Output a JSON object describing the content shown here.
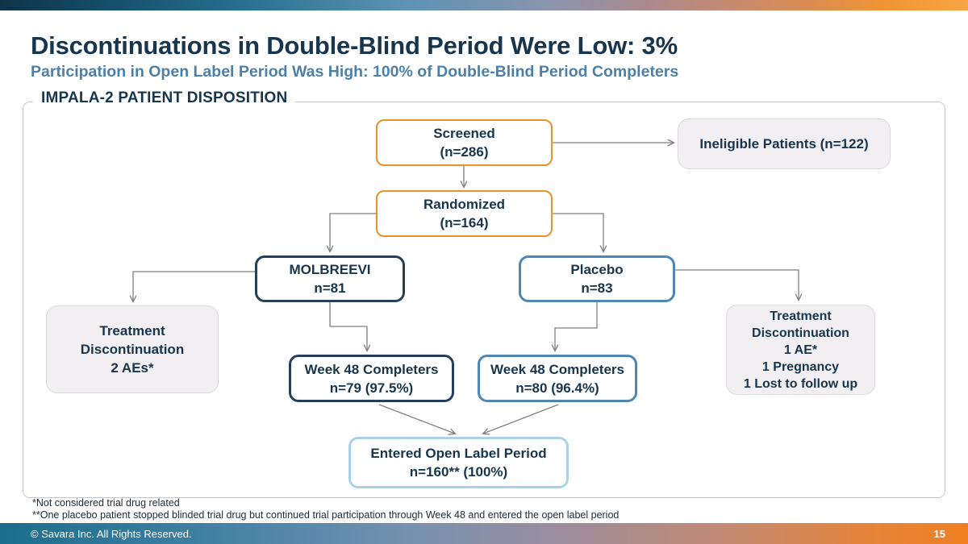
{
  "slide": {
    "title": "Discontinuations in Double-Blind Period Were Low: 3%",
    "subtitle": "Participation in Open Label Period Was High: 100% of Double-Blind Period Completers",
    "section_label": "IMPALA-2 PATIENT DISPOSITION",
    "footnotes": [
      "*Not considered trial drug related",
      "**One placebo patient stopped blinded trial drug but continued trial participation through Week 48 and entered the open label period"
    ],
    "footer": {
      "copyright": "© Savara Inc. All Rights Reserved.",
      "page_number": "15"
    }
  },
  "flowchart": {
    "nodes": {
      "screened": {
        "line1": "Screened",
        "line2": "(n=286)"
      },
      "ineligible": {
        "line1": "Ineligible Patients (n=122)"
      },
      "randomized": {
        "line1": "Randomized",
        "line2": "(n=164)"
      },
      "molbreevi": {
        "line1": "MOLBREEVI",
        "line2": "n=81"
      },
      "placebo": {
        "line1": "Placebo",
        "line2": "n=83"
      },
      "treatment_discontinuation_molbreevi": {
        "lines": [
          "Treatment",
          "Discontinuation",
          "2 AEs*"
        ]
      },
      "treatment_discontinuation_placebo": {
        "lines": [
          "Treatment",
          "Discontinuation",
          "1 AE*",
          "1 Pregnancy",
          "1 Lost to follow up"
        ]
      },
      "week48_molbreevi": {
        "line1": "Week 48 Completers",
        "line2": "n=79 (97.5%)"
      },
      "week48_placebo": {
        "line1": "Week 48 Completers",
        "line2": "n=80 (96.4%)"
      },
      "open_label": {
        "line1": "Entered Open Label Period",
        "line2": "n=160** (100%)"
      }
    }
  },
  "colors": {
    "title_navy": "#17364e",
    "subtitle_blue": "#4d80a8",
    "box_orange_border": "#e8912d",
    "box_navy_border": "#243f57",
    "box_blue_border": "#4e86b4",
    "box_lightblue_border": "#a9d2e7",
    "box_gray_bg": "#f1eff1",
    "arrow_gray": "#7f7f7f",
    "bar_teal": "#1b6e8c",
    "bar_orange": "#f07f23"
  }
}
